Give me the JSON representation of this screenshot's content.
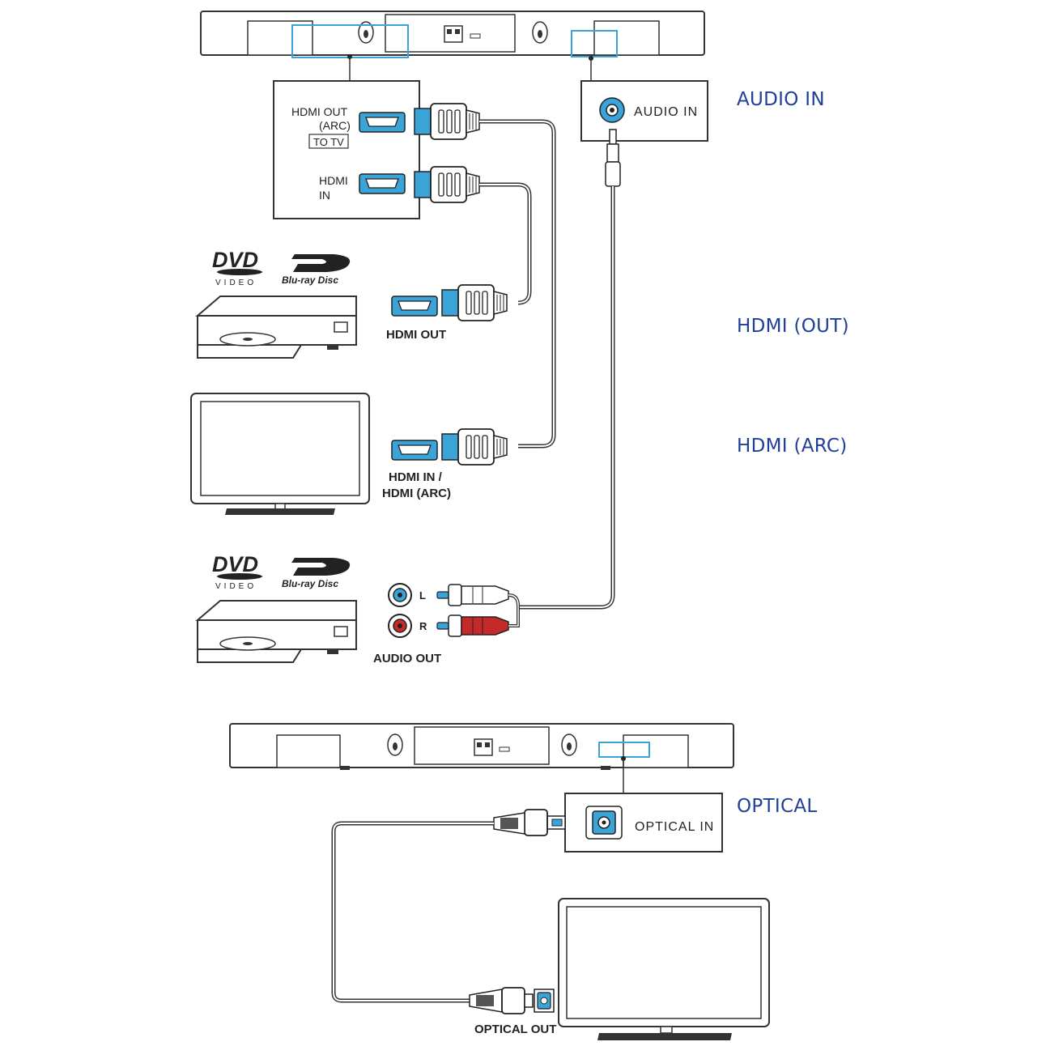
{
  "side_labels": {
    "audio_in": "AUDIO IN",
    "hdmi_out": "HDMI (OUT)",
    "hdmi_arc": "HDMI (ARC)",
    "optical": "OPTICAL"
  },
  "soundbar_panel": {
    "hdmi_out_line1": "HDMI OUT",
    "hdmi_out_line2": "(ARC)",
    "to_tv": "TO TV",
    "hdmi_in_line1": "HDMI",
    "hdmi_in_line2": "IN",
    "audio_in": "AUDIO IN",
    "optical_in": "OPTICAL IN"
  },
  "devices": {
    "dvd_logo_main": "DVD",
    "dvd_logo_sub": "VIDEO",
    "bluray_logo": "Blu-ray Disc",
    "player_hdmi_out": "HDMI OUT",
    "tv_hdmi_in_line1": "HDMI IN /",
    "tv_hdmi_in_line2": "HDMI (ARC)",
    "audio_left": "L",
    "audio_right": "R",
    "audio_out": "AUDIO OUT",
    "optical_out": "OPTICAL OUT"
  },
  "colors": {
    "accent_blue": "#1f3f9a",
    "connector_blue": "#3aa3d8",
    "rca_red": "#c42a2a",
    "line": "#333333"
  }
}
